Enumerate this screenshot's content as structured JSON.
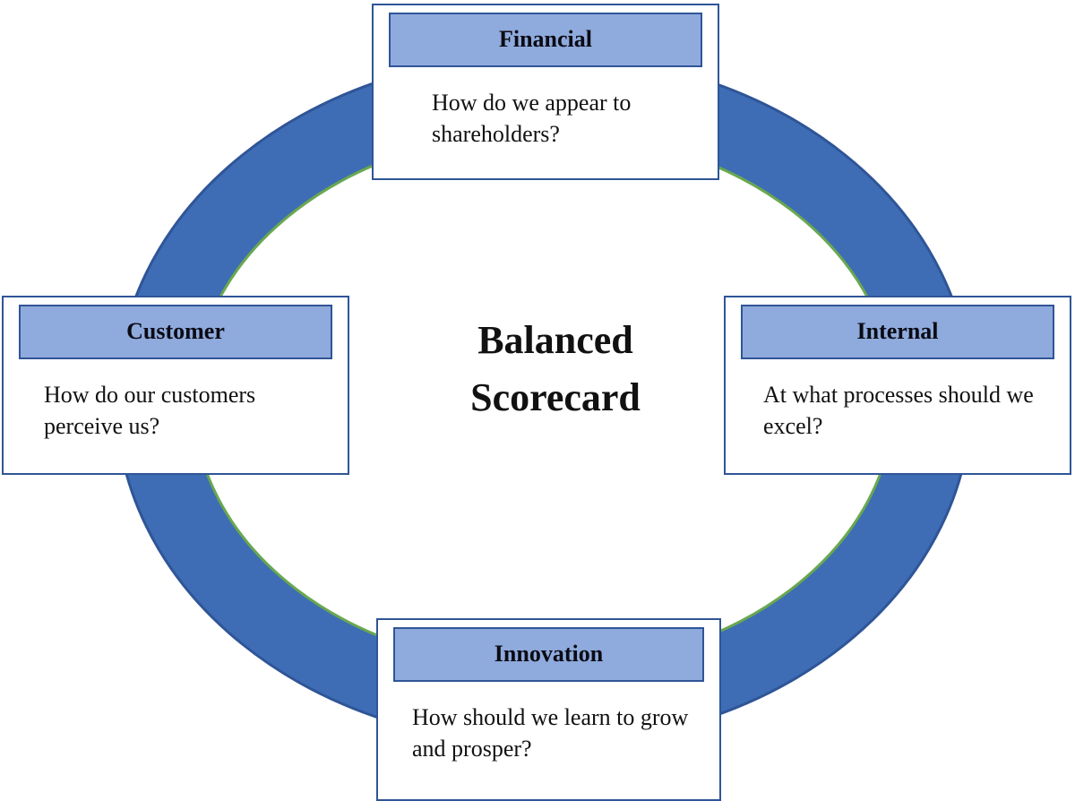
{
  "diagram": {
    "title": "Balanced Scorecard",
    "quadrants": [
      {
        "id": "financial",
        "position": "top",
        "label": "Financial",
        "question": "How do we appear to shareholders?"
      },
      {
        "id": "customer",
        "position": "left",
        "label": "Customer",
        "question": "How do our customers perceive us?"
      },
      {
        "id": "internal",
        "position": "right",
        "label": "Internal",
        "question": "At what processes should we excel?"
      },
      {
        "id": "innovation",
        "position": "bottom",
        "label": "Innovation",
        "question": "How should we learn to grow and prosper?"
      }
    ],
    "colors": {
      "ring_fill": "#3E6DB5",
      "ring_outline": "#2F5597",
      "inner_ring_outline": "#69A84F",
      "header_fill": "#8FAADC",
      "box_border": "#2F5597"
    }
  }
}
